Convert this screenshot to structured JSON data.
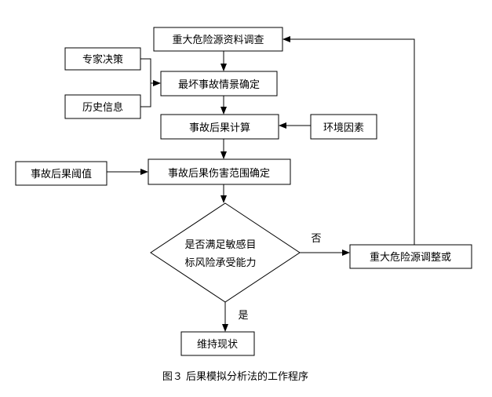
{
  "nodes": {
    "survey": "重大危险源资料调查",
    "worst_case": "最坏事故情景确定",
    "consequence_calc": "事故后果计算",
    "harm_range": "事故后果伤害范围确定",
    "decision_line1": "是否满足敏感目",
    "decision_line2": "标风险承受能力",
    "maintain": "维持现状",
    "adjust": "重大危险源调整或",
    "expert": "专家决策",
    "history": "历史信息",
    "environment": "环境因素",
    "threshold": "事故后果阈值"
  },
  "edge_labels": {
    "no": "否",
    "yes": "是"
  },
  "caption": "图３  后果模拟分析法的工作程序"
}
